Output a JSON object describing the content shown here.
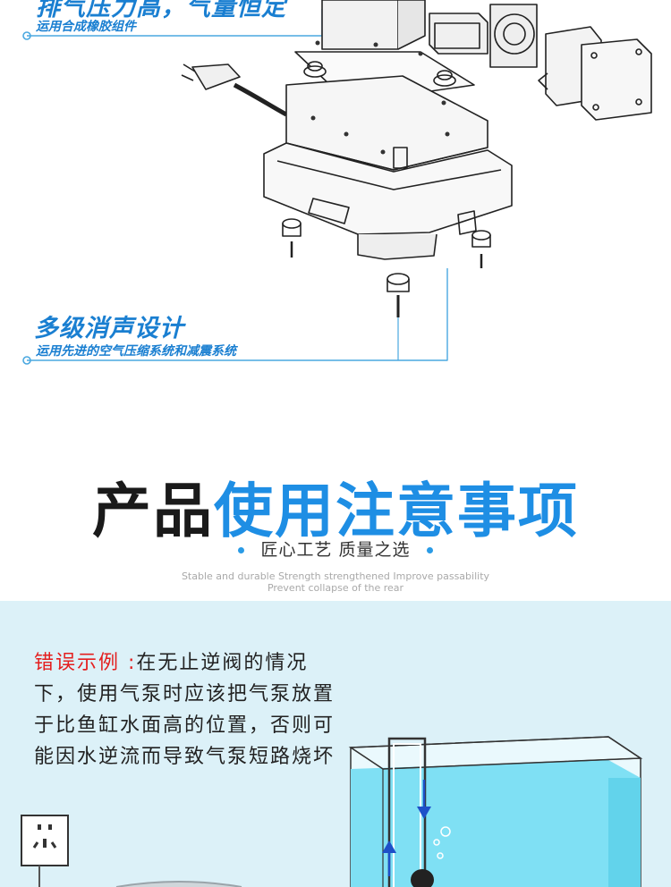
{
  "callouts": {
    "pressure": {
      "title": "排气压力高，气量恒定",
      "subtitle": "运用合成橡胶组件"
    },
    "silence": {
      "title": "多级消声设计",
      "subtitle": "运用先进的空气压缩系统和减震系统"
    }
  },
  "section": {
    "title_dark": "产品",
    "title_blue": "使用注意事项",
    "subtitle": "匠心工艺 质量之选",
    "english_line1": "Stable and durable Strength strengthened Improve passability",
    "english_line2": "Prevent collapse of the rear"
  },
  "notice": {
    "label": "错误示例 :",
    "text": "在无止逆阀的情况下，使用气泵时应该把气泵放置于比鱼缸水面高的位置，否则可能因水逆流而导致气泵短路烧坏"
  },
  "colors": {
    "accent_blue": "#1e8ee4",
    "callout_blue": "#1a7fd1",
    "warning_red": "#e41e1e",
    "panel_background": "#dcf1f8",
    "water": "#7fe0f4"
  },
  "icons": [
    "power-socket-icon",
    "arrow-down-icon",
    "arrow-up-icon",
    "air-bubble-icon"
  ]
}
